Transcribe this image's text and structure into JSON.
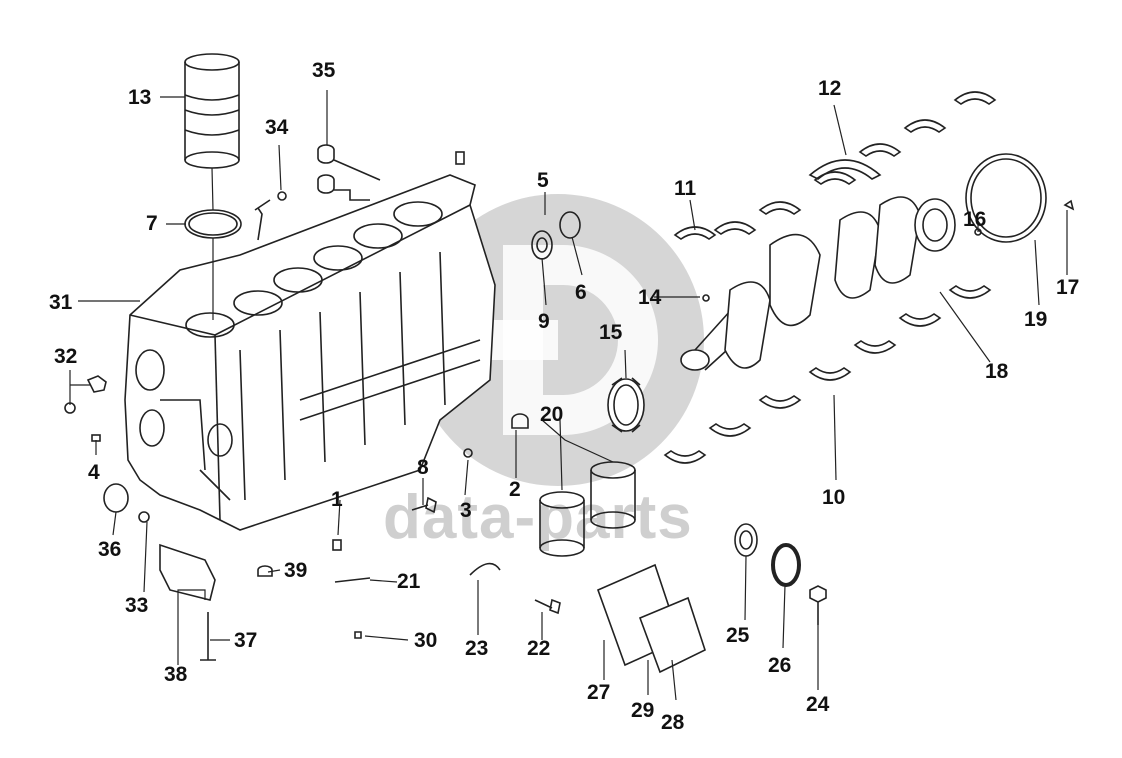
{
  "watermark": {
    "text": "data-parts"
  },
  "colors": {
    "line": "#222222",
    "fill": "#ffffff",
    "watermark": "#cfcfcf",
    "label": "#111111"
  },
  "parts": [
    {
      "num": "1"
    },
    {
      "num": "2"
    },
    {
      "num": "3"
    },
    {
      "num": "4"
    },
    {
      "num": "5"
    },
    {
      "num": "6"
    },
    {
      "num": "7"
    },
    {
      "num": "8"
    },
    {
      "num": "9"
    },
    {
      "num": "10"
    },
    {
      "num": "11"
    },
    {
      "num": "12"
    },
    {
      "num": "13"
    },
    {
      "num": "14"
    },
    {
      "num": "15"
    },
    {
      "num": "16"
    },
    {
      "num": "17"
    },
    {
      "num": "18"
    },
    {
      "num": "19"
    },
    {
      "num": "20"
    },
    {
      "num": "21"
    },
    {
      "num": "22"
    },
    {
      "num": "23"
    },
    {
      "num": "24"
    },
    {
      "num": "25"
    },
    {
      "num": "26"
    },
    {
      "num": "27"
    },
    {
      "num": "28"
    },
    {
      "num": "29"
    },
    {
      "num": "30"
    },
    {
      "num": "31"
    },
    {
      "num": "32"
    },
    {
      "num": "33"
    },
    {
      "num": "34"
    },
    {
      "num": "35"
    },
    {
      "num": "36"
    },
    {
      "num": "37"
    },
    {
      "num": "38"
    },
    {
      "num": "39"
    }
  ]
}
